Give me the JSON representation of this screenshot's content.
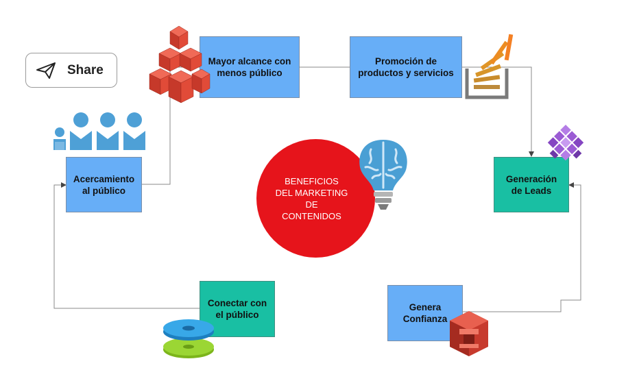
{
  "share": {
    "label": "Share"
  },
  "center": {
    "text": "BENEFICIOS\nDEL MARKETING\nDE\nCONTENIDOS"
  },
  "nodes": {
    "mayor_alcance": "Mayor alcance con\nmenos público",
    "promocion": "Promoción de\nproductos y servicios",
    "generacion": "Generación\nde Leads",
    "genera_confianza": "Genera\nConfianza",
    "conectar": "Conectar con\nel público",
    "acercamiento": "Acercamiento\nal público"
  },
  "icons": [
    "share-send-icon",
    "cubes-icon",
    "stack-overflow-icon",
    "purple-grid-icon",
    "people-group-icon",
    "brain-bulb-icon",
    "disc-stack-icon",
    "red-block-icon"
  ],
  "colors": {
    "blue_box": "#67aef7",
    "teal_box": "#19bfa3",
    "center_circle": "#e6141b",
    "connector": "#8a8a8a"
  }
}
